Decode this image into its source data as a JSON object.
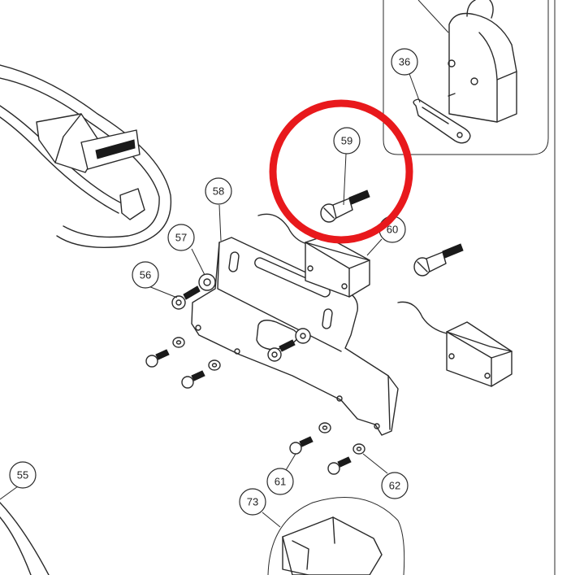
{
  "callouts": [
    {
      "id": "c36",
      "label": "36"
    },
    {
      "id": "c55",
      "label": "55"
    },
    {
      "id": "c56",
      "label": "56"
    },
    {
      "id": "c57",
      "label": "57"
    },
    {
      "id": "c58",
      "label": "58"
    },
    {
      "id": "c59",
      "label": "59"
    },
    {
      "id": "c60",
      "label": "60"
    },
    {
      "id": "c61",
      "label": "61"
    },
    {
      "id": "c62",
      "label": "62"
    },
    {
      "id": "c73",
      "label": "73"
    }
  ],
  "highlight": {
    "target": "59",
    "color": "#e8191c"
  }
}
